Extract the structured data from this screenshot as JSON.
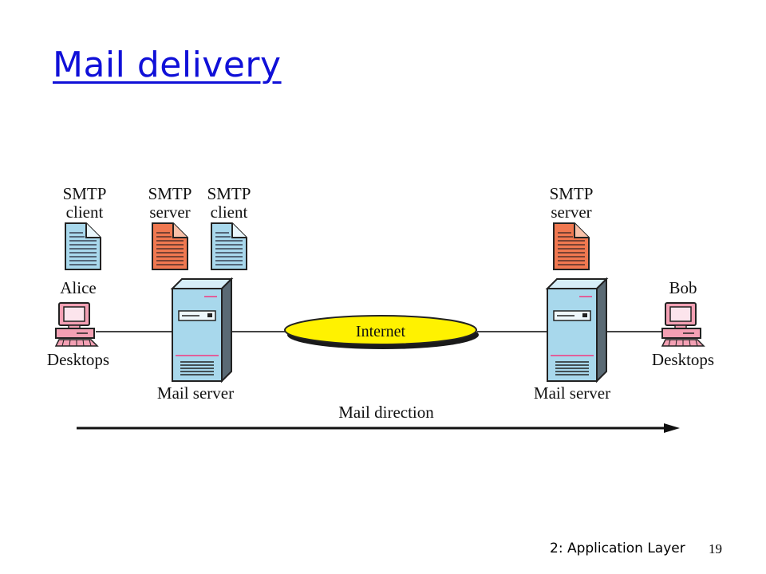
{
  "slide": {
    "title": "Mail delivery",
    "footer_section": "2: Application Layer",
    "page_number": "19"
  },
  "diagram": {
    "roles": [
      {
        "line1": "SMTP",
        "line2": "client"
      },
      {
        "line1": "SMTP",
        "line2": "server"
      },
      {
        "line1": "SMTP",
        "line2": "client"
      },
      {
        "line1": "SMTP",
        "line2": "server"
      }
    ],
    "alice": {
      "name": "Alice",
      "type": "Desktops"
    },
    "bob": {
      "name": "Bob",
      "type": "Desktops"
    },
    "sender_server": "Mail server",
    "receiver_server": "Mail server",
    "network": "Internet",
    "direction": "Mail direction"
  },
  "colors": {
    "title": "#1010d8",
    "client_doc": "#a8d8ec",
    "server_doc": "#f07850",
    "server_tower": "#a8d8ec",
    "pc_body": "#f4a0b4",
    "cloud": "#fff200"
  }
}
